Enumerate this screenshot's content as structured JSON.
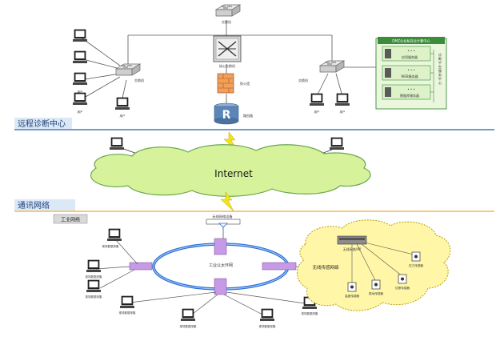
{
  "sections": {
    "remote_center": "远程诊断中心",
    "comm_network": "通讯网络",
    "industrial_network": "工业网络"
  },
  "top": {
    "core_switch": "核心交换机",
    "top_switch": "交换机",
    "left_switch": "交换机",
    "right_switch": "交换机",
    "firewall": "防火墙",
    "router": "路由器",
    "users": [
      "用户",
      "用户",
      "用户",
      "用户",
      "用户",
      "用户"
    ]
  },
  "dmz": {
    "title": "DMZ企业私有云计算中心",
    "servers": [
      "应用服务器",
      "WEB服务器",
      "数据库服务器"
    ],
    "side_label": "诊断平台服务中心"
  },
  "cloud": {
    "label": "Internet"
  },
  "industrial": {
    "gateway": "无线网络设备",
    "ring_label": "工业以太环网",
    "wireless_label": "无线传感网络",
    "ap_label": "无线网络/AP",
    "terminals": [
      "现场数据采集",
      "现场数据采集",
      "现场数据采集",
      "现场数据采集",
      "现场数据采集",
      "现场数据采集",
      "现场数据采集"
    ],
    "sensors": [
      "振动传感器",
      "温度传感器",
      "位移传感器",
      "压力传感器"
    ]
  },
  "colors": {
    "divider": "#1f5fae",
    "divider_orange": "#f4a62a",
    "section_bg": "#dbe9f6",
    "cloud_fill": "#d6f29a",
    "cloud_stroke": "#6aa84f",
    "wireless_fill": "#fff6a8",
    "wireless_stroke": "#b7a000",
    "ring": "#2b6fd6",
    "connector": "#c79ae8",
    "dmz_bg": "#ddf2c8",
    "dmz_stroke": "#3c8c3c",
    "lightning": "#f3e31a"
  }
}
